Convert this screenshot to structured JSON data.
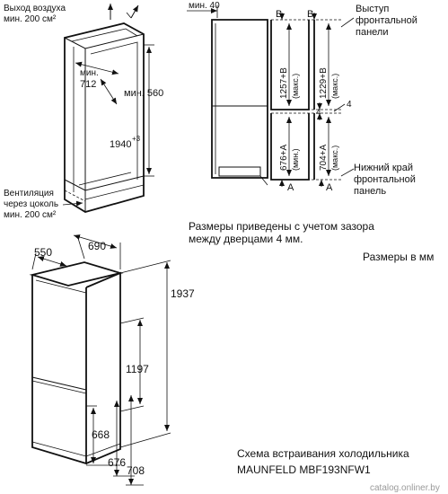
{
  "air_outlet": {
    "line1": "Выход воздуха",
    "line2": "мин. 200 см²"
  },
  "ventilation": {
    "line1": "Вентиляция",
    "line2": "через цоколь",
    "line3": "мин. 200 см²"
  },
  "niche": {
    "width_label": "мин.",
    "width_value": "712",
    "depth_label": "мин. 560",
    "height_main": "1940",
    "height_sup": "+3"
  },
  "side": {
    "min_gap": "мин. 40",
    "b1": "B",
    "b2": "B",
    "dim_1257": "1257+B",
    "dim_1257_note": "(макс.)",
    "dim_1229": "1229+B",
    "dim_1229_note": "(макс.)",
    "dim_676": "676+A",
    "dim_676_note": "(мин.)",
    "dim_704": "704+A",
    "dim_704_note": "(макс.)",
    "gap_4": "4",
    "gap_4b": "4",
    "a1": "A",
    "a2": "A",
    "protrusion_1": "Выступ",
    "protrusion_2": "фронтальной",
    "protrusion_3": "панели",
    "bottom_edge_1": "Нижний край",
    "bottom_edge_2": "фронтальной",
    "bottom_edge_3": "панель"
  },
  "note": {
    "line1": "Размеры приведены с учетом зазора",
    "line2": "между дверцами 4 мм."
  },
  "units": "Размеры в мм",
  "fridge": {
    "dim_550": "550",
    "dim_690": "690",
    "dim_1937": "1937",
    "dim_1197": "1197",
    "dim_668": "668",
    "dim_676": "676",
    "dim_708": "708"
  },
  "caption": {
    "line1": "Схема встраивания холодильника",
    "line2": "MAUNFELD MBF193NFW1"
  },
  "watermark": "catalog.onliner.by"
}
